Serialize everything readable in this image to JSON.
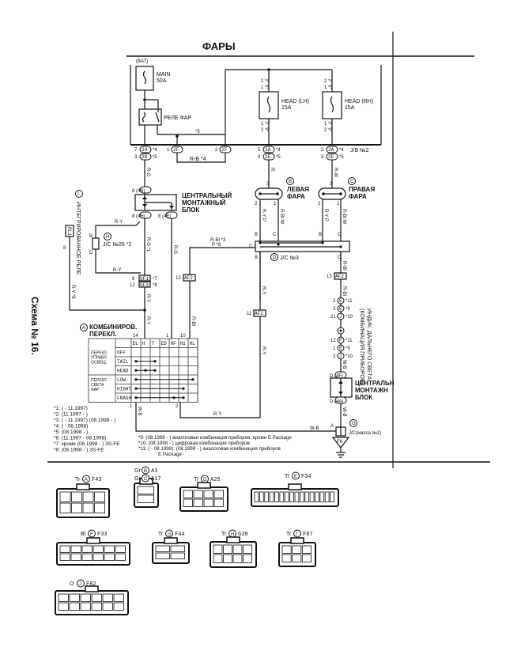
{
  "page": {
    "title": "ФАРЫ",
    "side_caption": "Схема № 16."
  },
  "jb": {
    "label": "J/B №2",
    "bat_label": "(BAT)",
    "main_fuse": {
      "name": "MAIN",
      "rating": "50A"
    },
    "relay": {
      "name": "РЕЛЕ ФАР",
      "pins": [
        "2",
        "4",
        "1",
        "3",
        "2"
      ]
    },
    "fuse_lh": {
      "name": "HEAD (LH)",
      "rating": "15A",
      "pins_top": [
        "2 *4",
        "1 *5"
      ],
      "pins_bot": [
        "1 *4",
        "2 *5"
      ]
    },
    "fuse_rh": {
      "name": "HEAD (RH)",
      "rating": "15A",
      "pins_top": [
        "2 *4",
        "1 *5"
      ],
      "pins_bot": [
        "1 *4",
        "2 *5"
      ]
    },
    "note_5": "*5",
    "connectors": [
      {
        "pin": "7",
        "code": "2H",
        "note": "*4"
      },
      {
        "pin": "3",
        "code": "2B",
        "note": "*5"
      },
      {
        "pin": "1",
        "code": "2F",
        "note": ""
      },
      {
        "pin": "2",
        "code": "2F",
        "note": ""
      },
      {
        "pin": "5",
        "code": "2A",
        "note": "*4"
      },
      {
        "pin": "9",
        "code": "2E",
        "note": "*5"
      },
      {
        "pin": "2",
        "code": "2A",
        "note": "*4"
      },
      {
        "pin": "3",
        "code": "2E",
        "note": "*5"
      }
    ]
  },
  "wires": {
    "rb4": "R-B *4",
    "rg": "R-G",
    "rg1": "R-G *1",
    "ry": "R-Y",
    "ry8": "R-Y *8",
    "r": "R",
    "rw": "R-W",
    "rbl": "R-BI",
    "rbl3": "R-BI *3",
    "p6": "P *6",
    "wb": "W-B",
    "ry_p": "R-Y P",
    "rbl_w": "R-BI W"
  },
  "central_block": {
    "label_lines": [
      "ЦЕНТРАЛЬНЫЙ",
      "МОНТАЖНЫЙ",
      "БЛОК"
    ],
    "pins": [
      "8 (4B)",
      "8 (4H)",
      "8 (4E)"
    ]
  },
  "central_block2": {
    "label_lines": [
      "ЦЕНТРАЛЬН",
      "МОНТАЖН",
      "БЛОК"
    ],
    "pins": [
      "D (4F)",
      "D (4A)"
    ]
  },
  "headlamp_left": {
    "id": "B",
    "label_lines": [
      "ЛЕВАЯ",
      "ФАРА"
    ],
    "pins": [
      "3",
      "2",
      "1"
    ]
  },
  "headlamp_right": {
    "id": "C",
    "label_lines": [
      "ПРАВАЯ",
      "ФАРА"
    ],
    "pins": [
      "3",
      "2",
      "1"
    ]
  },
  "jc3": {
    "id": "D",
    "label": "J/C №3",
    "pins": [
      "B",
      "C",
      "B",
      "C",
      "C",
      "B",
      "C"
    ]
  },
  "jc26": {
    "id": "H",
    "label": "J/C №26 *2",
    "pins": [
      "B",
      "D"
    ]
  },
  "relay_integr": {
    "id": "I",
    "label": "ИНТЕГРИРОВАННОЕ РЕЛЕ",
    "code": "RL1",
    "pin": "8"
  },
  "indicator": {
    "label_lines": [
      "ИНДИК. ДАЛЬНЕГО СВЕТА",
      "(КОМБИНАЦИЯ ПРИБОРОВ)"
    ],
    "pins": [
      {
        "pin": "2",
        "id": "E",
        "note": "*11"
      },
      {
        "pin": "3",
        "id": "E",
        "note": "*9"
      },
      {
        "pin": "21",
        "id": "J",
        "note": "*10"
      },
      {
        "pin": "12",
        "id": "F",
        "note": "*11"
      },
      {
        "pin": "1",
        "id": "E",
        "note": "*9"
      },
      {
        "pin": "2",
        "id": "J",
        "note": "*10"
      }
    ]
  },
  "inline_connectors": [
    {
      "pin": "8",
      "code": "GF1",
      "note": "*7"
    },
    {
      "pin": "12",
      "code": "GF3",
      "note": "*8"
    },
    {
      "pin": "12",
      "code": "AF2",
      "note": ""
    },
    {
      "pin": "11",
      "code": "AF2",
      "note": ""
    },
    {
      "pin": "13",
      "code": "AF2",
      "note": ""
    }
  ],
  "ground": {
    "id": "G",
    "label": "J/C(масса №2)",
    "code": "FK",
    "pin": "A"
  },
  "combo_switch": {
    "id": "A",
    "title_lines": [
      "КОМБИНИРОВ.",
      "ПЕРЕКЛ."
    ],
    "pin_top": [
      "14",
      "1",
      "10"
    ],
    "pin_bot": [
      "1",
      "2"
    ],
    "columns": [
      "EL",
      "H",
      "T",
      "ED",
      "HF",
      "H1",
      "HL"
    ],
    "groups": [
      {
        "label": "ПЕРЕКЛ. УПРАВЛ. ОСВЕЩ.",
        "rows": [
          "OFF",
          "TAIL",
          "HEAD"
        ]
      },
      {
        "label": "ПЕРЕКЛ. СВЕТА ФАР",
        "rows": [
          "LOW",
          "HIGHT",
          "FRASH"
        ]
      }
    ]
  },
  "footnotes_left": [
    "*1: ( - 11.1997)",
    "*2: (11.1997 - )",
    "*3: ( - 11.1997) (08.1998 - )",
    "*4: ( - 08.1998)",
    "*5: (08.1998 - )",
    "*6: (11.1997 - 08.1998)",
    "*7: кроме (08.1998 - ) 3S-FE",
    "*8: (08.1998 - ) 3S-FE"
  ],
  "footnotes_right": [
    "*9: (08.1998 - ) аналоговая комбинация приборов, кроме E Package",
    "*10: (08.1998 - ) цифровая комбинация приборов",
    "*11: ( - 08.1998); (08.1998 - ) аналоговая комбинация приборов",
    "E Package"
  ],
  "connector_views": [
    {
      "color": "Tr",
      "id": "A",
      "code": "F43"
    },
    {
      "color": "Gr",
      "id": "B",
      "code": "A3"
    },
    {
      "color": "Gr",
      "id": "C",
      "code": "A17"
    },
    {
      "color": "Tr",
      "id": "D",
      "code": "A25"
    },
    {
      "color": "Tr",
      "id": "E",
      "code": "F34"
    },
    {
      "color": "Bl",
      "id": "F",
      "code": "F33"
    },
    {
      "color": "Tr",
      "id": "G",
      "code": "F44"
    },
    {
      "color": "Tr",
      "id": "H",
      "code": "G39"
    },
    {
      "color": "Tr",
      "id": "I",
      "code": "F87"
    },
    {
      "color": "O",
      "id": "J",
      "code": "F82"
    }
  ]
}
